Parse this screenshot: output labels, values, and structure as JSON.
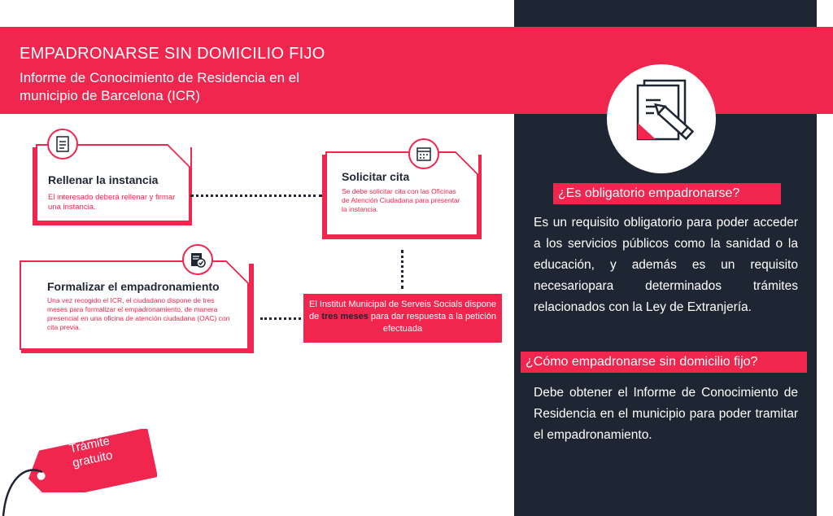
{
  "banner": {
    "title": "EMPADRONARSE SIN DOMICILIO FIJO",
    "subtitle": "Informe de Conocimiento de Residencia en el municipio de Barcelona (ICR)"
  },
  "steps": [
    {
      "title": "Rellenar la instancia",
      "text": "El interesado deberá rellenar y firmar una instancia.",
      "icon": "document-icon"
    },
    {
      "title": "Solicitar cita",
      "text": "Se debe solicitar cita con las Oficinas de Atención Ciudadana para presentar la instancia.",
      "icon": "calendar-icon"
    },
    {
      "title": "Formalizar el empadronamiento",
      "text": "Una vez recogido el ICR, el ciudadano dispone de tres meses para formalizar el empadronamiento, de manera presencial en una oficina de atención ciudadana (OAC) con cita previa.",
      "icon": "checklist-icon"
    }
  ],
  "response_box": {
    "text_before": "El Institut Municipal de Serveis Socials dispone de ",
    "highlight": "tres meses",
    "text_after": " para dar respuesta a la petición efectuada"
  },
  "tag": {
    "text": "Trámite gratuito"
  },
  "faq": [
    {
      "question": "¿Es obligatorio empadronarse?",
      "answer": "Es un requisito obligatorio para poder acceder a los servicios públicos como la sanidad o la educación, y además es un requisito necesariopara determinados trámites relacionados con la Ley de Extranjería."
    },
    {
      "question": "¿Cómo empadronarse sin domicilio fijo?",
      "answer": "Debe obtener el Informe de Conocimiento de Residencia en el municipio  para poder tramitar el empadronamiento."
    }
  ],
  "colors": {
    "accent": "#f0264e",
    "dark": "#1f2633"
  }
}
